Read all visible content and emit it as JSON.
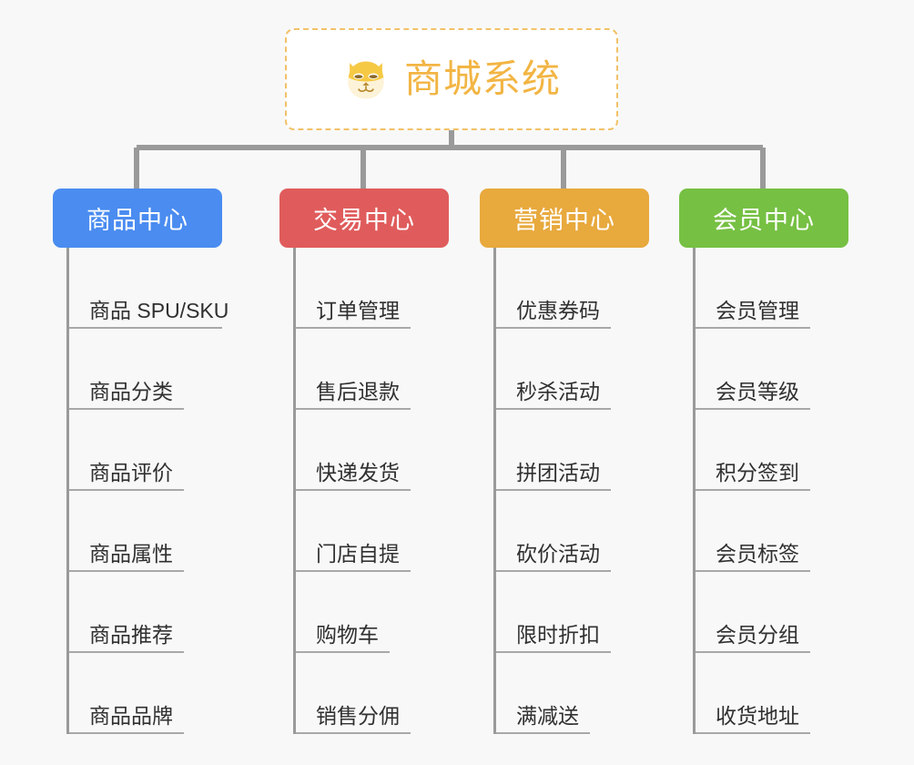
{
  "page": {
    "background_color": "#f8f8f8",
    "text_color": "#303030",
    "line_color": "#9a9a9a"
  },
  "root": {
    "title": "商城系统",
    "icon": "shiba-dog-face-icon",
    "accent_color": "#f2b544",
    "border_color": "#f2c168",
    "background_color": "#ffffff"
  },
  "categories": [
    {
      "label": "商品中心",
      "color": "#4a8cf0",
      "items": [
        {
          "label": "商品 SPU/SKU"
        },
        {
          "label": "商品分类"
        },
        {
          "label": "商品评价"
        },
        {
          "label": "商品属性"
        },
        {
          "label": "商品推荐"
        },
        {
          "label": "商品品牌"
        }
      ]
    },
    {
      "label": "交易中心",
      "color": "#e05c5c",
      "items": [
        {
          "label": "订单管理"
        },
        {
          "label": "售后退款"
        },
        {
          "label": "快递发货"
        },
        {
          "label": "门店自提"
        },
        {
          "label": "购物车"
        },
        {
          "label": "销售分佣"
        }
      ]
    },
    {
      "label": "营销中心",
      "color": "#e8a93d",
      "items": [
        {
          "label": "优惠券码"
        },
        {
          "label": "秒杀活动"
        },
        {
          "label": "拼团活动"
        },
        {
          "label": "砍价活动"
        },
        {
          "label": "限时折扣"
        },
        {
          "label": "满减送"
        }
      ]
    },
    {
      "label": "会员中心",
      "color": "#76c043",
      "items": [
        {
          "label": "会员管理"
        },
        {
          "label": "会员等级"
        },
        {
          "label": "积分签到"
        },
        {
          "label": "会员标签"
        },
        {
          "label": "会员分组"
        },
        {
          "label": "收货地址"
        }
      ]
    }
  ]
}
